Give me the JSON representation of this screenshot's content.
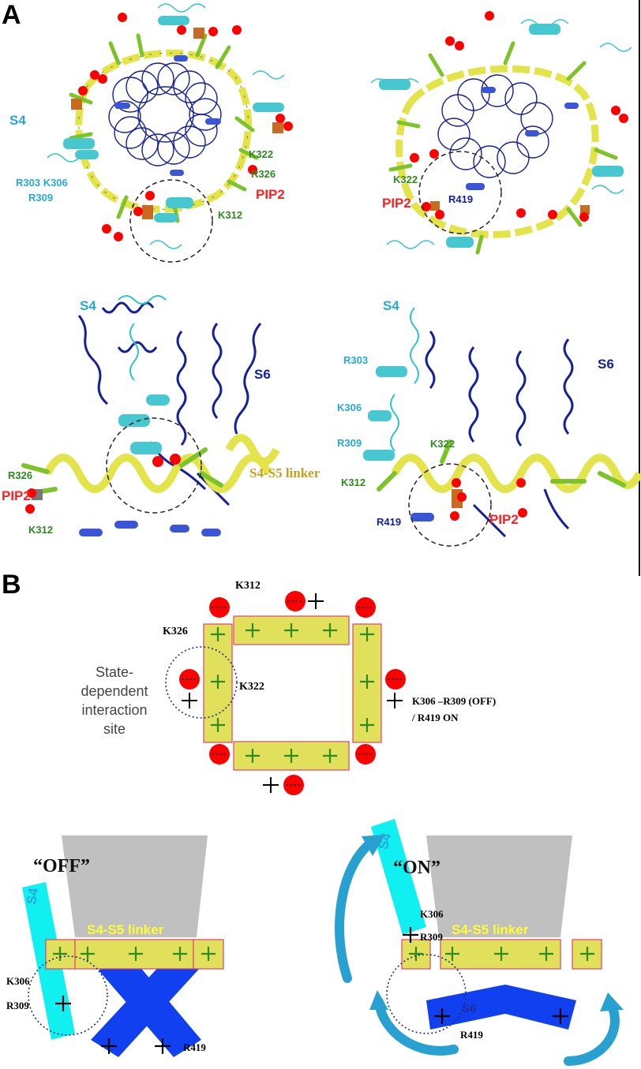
{
  "panels": {
    "a": "A",
    "b": "B"
  },
  "panelA": {
    "top_left": {
      "s4": "S4",
      "basic_s4": "R303 K306",
      "r309": "R309",
      "k322": "K322",
      "r326": "R326",
      "pip2": "PIP2",
      "k312": "K312"
    },
    "top_right": {
      "k322": "K322",
      "r419": "R419",
      "pip2": "PIP2"
    },
    "bottom_left": {
      "s4": "S4",
      "s6": "S6",
      "r326": "R326",
      "pip2": "PIP2",
      "k312": "K312",
      "linker": "S4-S5 linker"
    },
    "bottom_right": {
      "s4": "S4",
      "s6": "S6",
      "r303": "R303",
      "k306": "K306",
      "r309": "R309",
      "k322": "K322",
      "k312": "K312",
      "r419": "R419",
      "pip2": "PIP2"
    }
  },
  "panelB": {
    "k312": "K312",
    "k326": "K326",
    "k322": "K322",
    "site_line1": "State-",
    "site_line2": "dependent",
    "site_line3": "interaction",
    "site_line4": "site",
    "right_note1": "K306 –R309 (OFF)",
    "right_note2": "/ R419 ON",
    "off_state": {
      "title": "“OFF”",
      "s4": "S4",
      "linker": "S4-S5 linker",
      "k306": "K306",
      "r309": "R309",
      "r419": "R419"
    },
    "on_state": {
      "title": "“ON”",
      "s4": "S4",
      "linker": "S4-S5 linker",
      "k306": "K306",
      "r309": "R309",
      "s6": "S6",
      "r419": "R419"
    }
  },
  "colors": {
    "s4_cyan": "#2ec4cf",
    "s4_label": "#29a8d8",
    "helix_navy": "#15209a",
    "linker_yellow": "#e3e34a",
    "lipid_red": "#ff0000",
    "residue_green": "#2e8b1e",
    "linker_text_gold": "#c8a020",
    "box_fill": "#e0e05a",
    "box_border": "#e0406a",
    "bright_cyan": "#10f0f0",
    "bright_blue": "#1040f0",
    "gray_block": "#c0c0c0",
    "arrow_blue": "#28a0d0"
  }
}
